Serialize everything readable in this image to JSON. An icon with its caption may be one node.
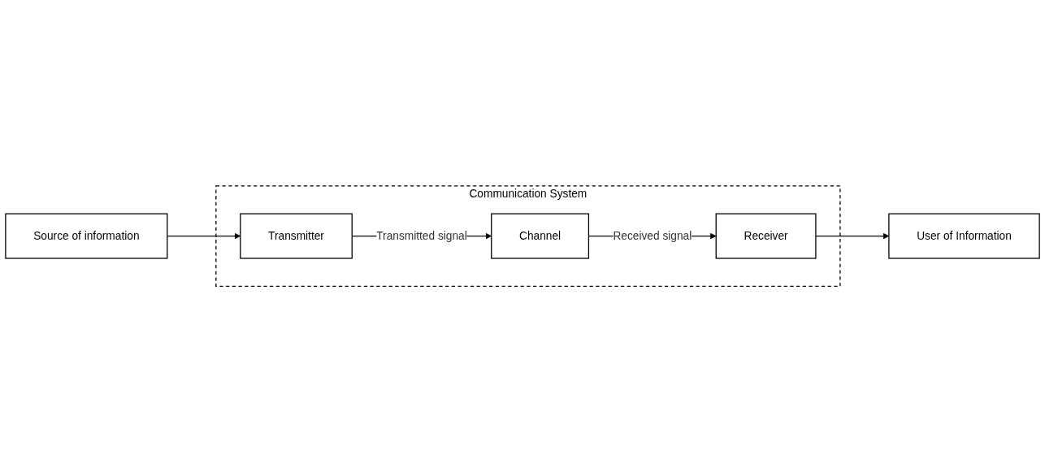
{
  "diagram": {
    "nodes": [
      {
        "text": [
          "Communication System"
        ]
      },
      {
        "text": [
          "Source of information"
        ]
      },
      {
        "text": [
          "Transmitter"
        ],
        "in": 0
      },
      {
        "text": [
          "Receiver"
        ],
        "in": 0
      },
      {
        "text": [
          "User of Information"
        ]
      },
      {
        "text": [
          "Channel"
        ],
        "in": 0
      }
    ],
    "edges": [
      {
        "from": 1,
        "to": 2,
        "arrow": "to"
      },
      {
        "from": 2,
        "to": 5,
        "arrow": "to",
        "label": "Transmitted signal"
      },
      {
        "from": 5,
        "to": 3,
        "arrow": "to",
        "label": "Received signal"
      },
      {
        "from": 3,
        "to": 4,
        "arrow": "to"
      }
    ]
  }
}
